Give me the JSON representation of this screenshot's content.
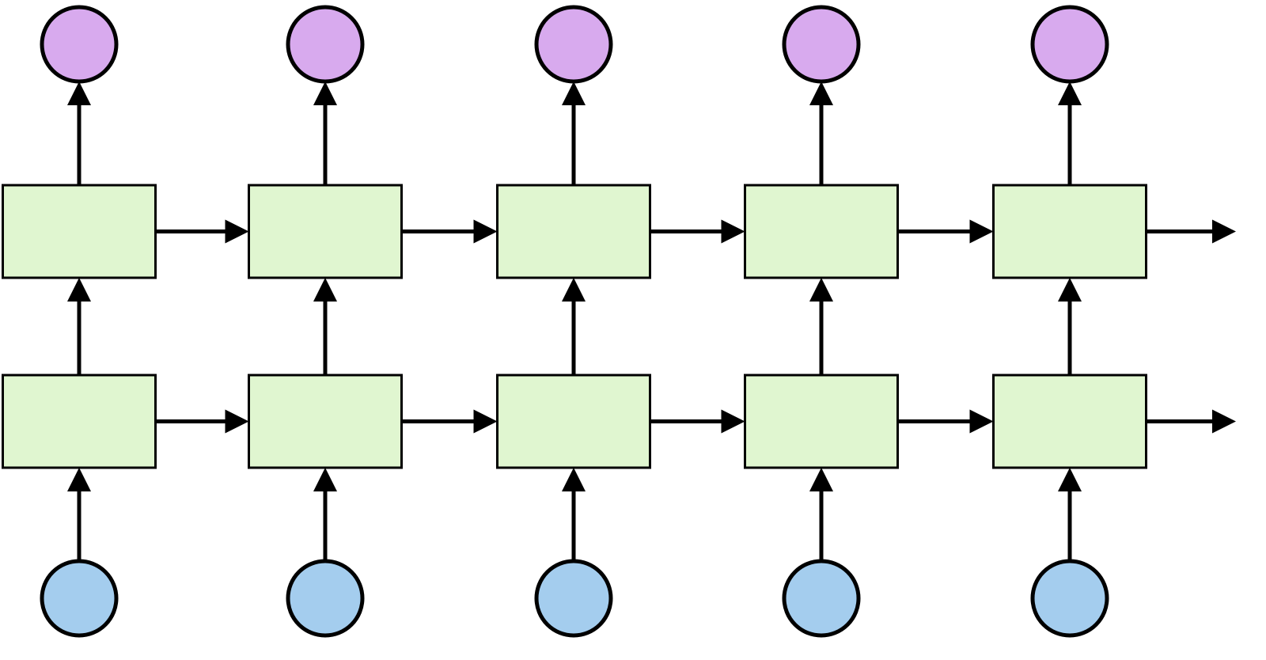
{
  "diagram": {
    "kind": "stacked recurrent network",
    "timesteps": 5,
    "layers": 2,
    "nodes": {
      "output": {
        "shape": "circle",
        "fill": "#d8aaee"
      },
      "hidden": {
        "shape": "rectangle",
        "fill": "#e0f6d0"
      },
      "input": {
        "shape": "circle",
        "fill": "#a4cdee"
      }
    },
    "edges": {
      "stroke": "#000000",
      "recurrent_outgoing_from_last_step": true
    },
    "labels": []
  }
}
